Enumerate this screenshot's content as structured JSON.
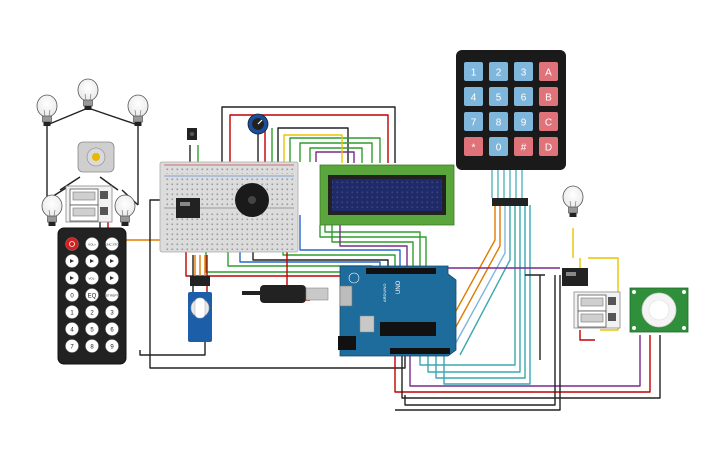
{
  "keypad": {
    "keys": [
      {
        "label": "1",
        "kind": "num"
      },
      {
        "label": "2",
        "kind": "num"
      },
      {
        "label": "3",
        "kind": "num"
      },
      {
        "label": "A",
        "kind": "letter"
      },
      {
        "label": "4",
        "kind": "num"
      },
      {
        "label": "5",
        "kind": "num"
      },
      {
        "label": "6",
        "kind": "num"
      },
      {
        "label": "B",
        "kind": "letter"
      },
      {
        "label": "7",
        "kind": "num"
      },
      {
        "label": "8",
        "kind": "num"
      },
      {
        "label": "9",
        "kind": "num"
      },
      {
        "label": "C",
        "kind": "letter"
      },
      {
        "label": "*",
        "kind": "letter"
      },
      {
        "label": "0",
        "kind": "num"
      },
      {
        "label": "#",
        "kind": "letter"
      },
      {
        "label": "D",
        "kind": "letter"
      }
    ],
    "colors": {
      "body": "#1a1a1a",
      "num": "#7fb6dc",
      "letter": "#e0737a"
    }
  },
  "remote": {
    "buttons": [
      "",
      "VOL+",
      "FUNC STOP",
      "",
      "",
      "",
      "",
      "VOL-",
      "",
      "0",
      "EQ",
      "ST REPT",
      "1",
      "2",
      "3",
      "4",
      "5",
      "6",
      "7",
      "8",
      "9"
    ],
    "labels": {
      "vol_up": "VOL+",
      "func": "FUNC/STOP",
      "vol_down": "VOL-",
      "eq": "EQ",
      "st": "ST/REPT"
    }
  },
  "arduino": {
    "brand": "ARDUINO",
    "model": "UNO",
    "color": "#1d6c9c"
  },
  "lcd": {
    "color": "#5aa63c",
    "screen": "#1f2a6b"
  },
  "colors": {
    "wire_orange": "#e07b00",
    "wire_green": "#2f9e2f",
    "wire_black": "#222222",
    "wire_red": "#c00000",
    "wire_purple": "#7a2a8c",
    "wire_teal": "#3aa8b0",
    "wire_yellow": "#e8c400",
    "wire_blue": "#2a67c9",
    "wire_brown": "#8a4b1e",
    "breadboard": "#dcdcdc",
    "relay_blue": "#ffffff",
    "pir": "#2f8f3a"
  },
  "icons": [
    "bulb-icon",
    "motor-icon",
    "potentiometer-icon",
    "buzzer-icon",
    "servo-icon",
    "usb-cable-icon",
    "pir-sensor-icon",
    "relay-icon",
    "push-button-icon"
  ]
}
